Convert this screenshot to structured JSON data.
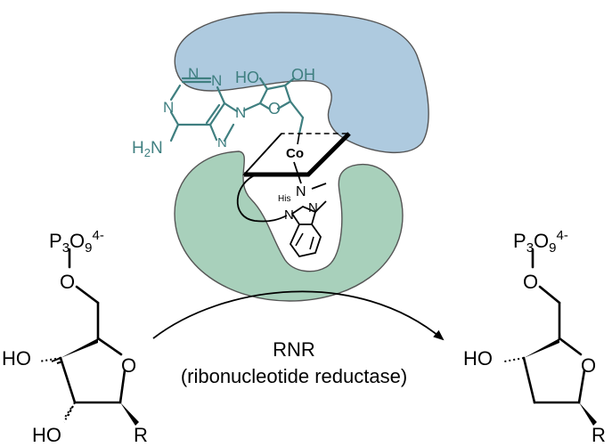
{
  "colors": {
    "upper_subunit": "#aecadf",
    "lower_subunit": "#a8d0bb",
    "adenosine": "#3f7f80",
    "ink": "#000000"
  },
  "cofactor": {
    "hydroxyl_left": "HO",
    "hydroxyl_right": "OH",
    "ring_oxygen": "O",
    "purine_n1": "N",
    "purine_n3": "N",
    "purine_n7": "N",
    "purine_n9": "N",
    "amine_h": "H",
    "amine_sub": "2",
    "amine_n": "N",
    "cobalt": "Co",
    "histidine_prefix": "His",
    "histidine_n": "N",
    "benzimidazole_n1": "N",
    "benzimidazole_n3": "N"
  },
  "reaction": {
    "enzyme_abbrev": "RNR",
    "enzyme_name": "(ribonucleotide reductase)"
  },
  "substrate": {
    "phosphate_p": "P",
    "phosphate_sub1": "3",
    "phosphate_o": "O",
    "phosphate_sub2": "9",
    "phosphate_charge": "4-",
    "ester_oxygen": "O",
    "hydroxyl_3": "HO",
    "hydroxyl_2": "HO",
    "ring_oxygen": "O",
    "base": "R"
  },
  "product": {
    "phosphate_p": "P",
    "phosphate_sub1": "3",
    "phosphate_o": "O",
    "phosphate_sub2": "9",
    "phosphate_charge": "4-",
    "ester_oxygen": "O",
    "hydroxyl_3": "HO",
    "ring_oxygen": "O",
    "base": "R"
  }
}
